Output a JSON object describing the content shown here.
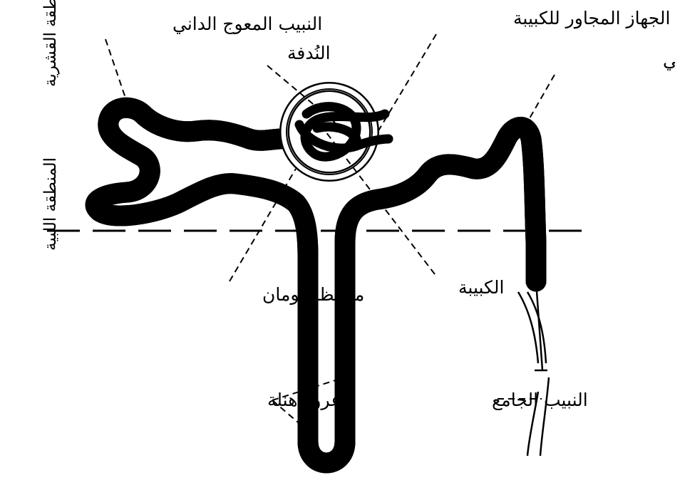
{
  "labels": {
    "proximal_tubule": "النبيب المعوج الداني",
    "juxtaglomerular": "الجهاز المجاور للكبيبة",
    "afferent_arteriole": "النُدفة",
    "distal_tubule": "النبيب المعوج القاصي",
    "bowman_capsule": "محفظة بومان",
    "glomerulus": "الكبيبة",
    "loop_of_henle": "عروة هنلة",
    "collecting_duct": "النبيب الجامع",
    "cortex_zone": "المنطقة القشرية",
    "medulla_zone": "المنطقة اللبية"
  },
  "icons": {
    "tubule": "nephron-tubule-shape",
    "glomerulus": "glomerulus-coil-shape"
  },
  "colors": {
    "ink": "#000000",
    "background": "#ffffff"
  }
}
